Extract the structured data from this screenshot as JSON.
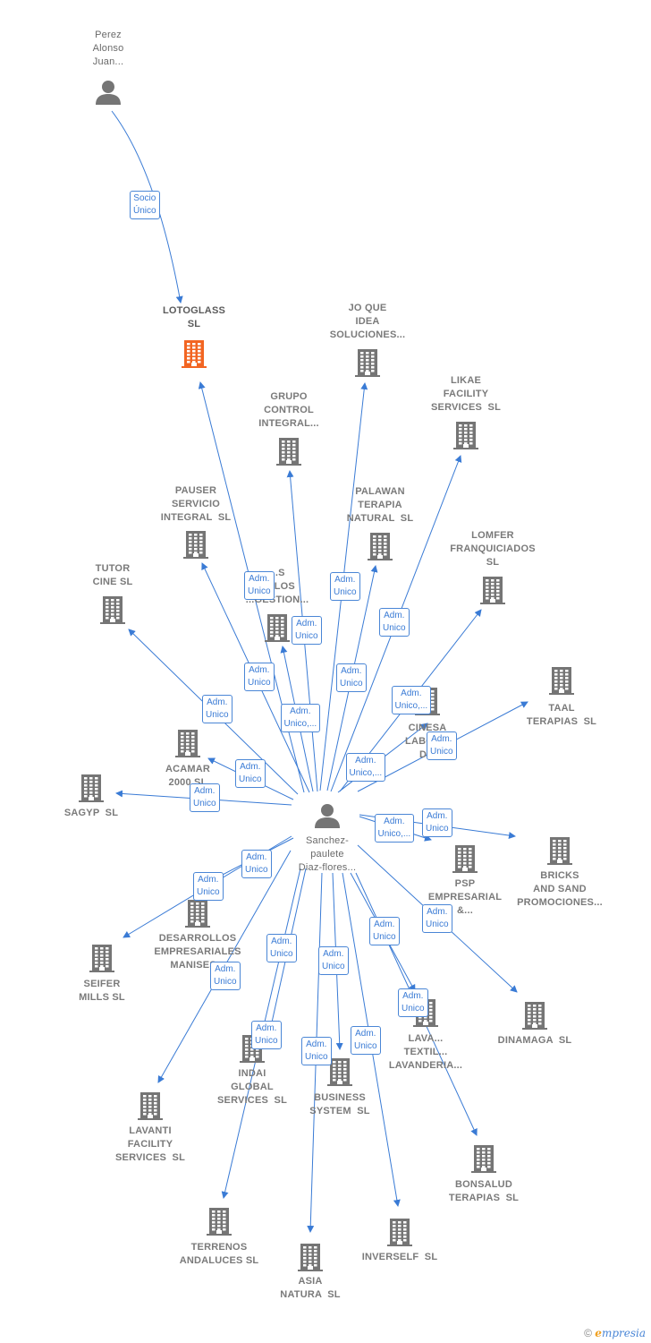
{
  "colors": {
    "edge": "#3a7bd5",
    "node": "#757575",
    "focus": "#f26522",
    "badge_text": "#3a7bd5"
  },
  "persons": [
    {
      "id": "perez",
      "label": "Perez\nAlonso\nJuan..."
    },
    {
      "id": "sanchez",
      "label": "Sanchez-\npaulete\nDiaz-flores..."
    }
  ],
  "companies": [
    {
      "id": "lotoglass",
      "label": "LOTOGLASS\nSL",
      "focus": true
    },
    {
      "id": "joque",
      "label": "JO QUE\nIDEA\nSOLUCIONES..."
    },
    {
      "id": "grupo",
      "label": "GRUPO\nCONTROL\nINTEGRAL..."
    },
    {
      "id": "likae",
      "label": "LIKAE\nFACILITY\nSERVICES  SL"
    },
    {
      "id": "pauser",
      "label": "PAUSER\nSERVICIO\nINTEGRAL  SL"
    },
    {
      "id": "palawan",
      "label": "PALAWAN\nTERAPIA\nNATURAL  SL"
    },
    {
      "id": "lomfer",
      "label": "LOMFER\nFRANQUICIADOS\nSL"
    },
    {
      "id": "tutor",
      "label": "TUTOR\nCINE SL"
    },
    {
      "id": "desa2",
      "label": "...S\n...LLOS\n...GESTION..."
    },
    {
      "id": "taal",
      "label": "TAAL\nTERAPIAS  SL"
    },
    {
      "id": "cinesa",
      "label": "CINESA\nLABOR...\nD..."
    },
    {
      "id": "acamar",
      "label": "ACAMAR\n2000 SL"
    },
    {
      "id": "sagyp",
      "label": "SAGYP  SL"
    },
    {
      "id": "bricks",
      "label": "BRICKS\nAND SAND\nPROMOCIONES..."
    },
    {
      "id": "psp",
      "label": "PSP\nEMPRESARIAL\n&..."
    },
    {
      "id": "desarrollos",
      "label": "DESARROLLOS\nEMPRESARIALES\nMANISES..."
    },
    {
      "id": "seifer",
      "label": "SEIFER\nMILLS SL"
    },
    {
      "id": "dinamaga",
      "label": "DINAMAGA  SL"
    },
    {
      "id": "lava",
      "label": "LAVA...\nTEXTIL...\nLAVANDERIA..."
    },
    {
      "id": "indai",
      "label": "INDAI\nGLOBAL\nSERVICES  SL"
    },
    {
      "id": "business",
      "label": "BUSINESS\nSYSTEM  SL"
    },
    {
      "id": "lavanti",
      "label": "LAVANTI\nFACILITY\nSERVICES  SL"
    },
    {
      "id": "bonsalud",
      "label": "BONSALUD\nTERAPIAS  SL"
    },
    {
      "id": "terrenos",
      "label": "TERRENOS\nANDALUCES SL"
    },
    {
      "id": "inverself",
      "label": "INVERSELF  SL"
    },
    {
      "id": "asia",
      "label": "ASIA\nNATURA  SL"
    }
  ],
  "relations": [
    {
      "from": "perez",
      "to": "lotoglass",
      "label": "Socio\nÚnico"
    },
    {
      "from": "sanchez",
      "to": "lotoglass",
      "label": "Adm.\nUnico"
    },
    {
      "from": "sanchez",
      "to": "joque",
      "label": "Adm.\nUnico"
    },
    {
      "from": "sanchez",
      "to": "grupo",
      "label": "Adm.\nUnico,..."
    },
    {
      "from": "sanchez",
      "to": "likae",
      "label": "Adm.\nUnico"
    },
    {
      "from": "sanchez",
      "to": "pauser",
      "label": "Adm.\nUnico"
    },
    {
      "from": "sanchez",
      "to": "palawan",
      "label": "Adm.\nUnico"
    },
    {
      "from": "sanchez",
      "to": "lomfer",
      "label": "Adm.\nUnico,..."
    },
    {
      "from": "sanchez",
      "to": "tutor",
      "label": "Adm.\nUnico"
    },
    {
      "from": "sanchez",
      "to": "desa2",
      "label": "Adm.\nUnico"
    },
    {
      "from": "sanchez",
      "to": "taal",
      "label": "Adm.\nUnico"
    },
    {
      "from": "sanchez",
      "to": "cinesa",
      "label": "Adm.\nUnico,..."
    },
    {
      "from": "sanchez",
      "to": "acamar",
      "label": "Adm.\nUnico"
    },
    {
      "from": "sanchez",
      "to": "sagyp",
      "label": "Adm.\nUnico"
    },
    {
      "from": "sanchez",
      "to": "bricks",
      "label": "Adm.\nUnico"
    },
    {
      "from": "sanchez",
      "to": "psp",
      "label": "Adm.\nUnico,..."
    },
    {
      "from": "sanchez",
      "to": "desarrollos",
      "label": "Adm.\nUnico"
    },
    {
      "from": "sanchez",
      "to": "seifer",
      "label": "Adm.\nUnico"
    },
    {
      "from": "sanchez",
      "to": "dinamaga",
      "label": "Adm.\nUnico"
    },
    {
      "from": "sanchez",
      "to": "lava",
      "label": "Adm.\nUnico"
    },
    {
      "from": "sanchez",
      "to": "lavanti",
      "label": "Adm.\nUnico"
    },
    {
      "from": "sanchez",
      "to": "terrenos",
      "label": "Adm.\nUnico"
    },
    {
      "from": "sanchez",
      "to": "indai",
      "label": "Adm.\nUnico"
    },
    {
      "from": "sanchez",
      "to": "business",
      "label": "Adm.\nUnico"
    },
    {
      "from": "sanchez",
      "to": "asia",
      "label": "Adm.\nUnico"
    },
    {
      "from": "sanchez",
      "to": "inverself",
      "label": "Adm.\nUnico"
    },
    {
      "from": "sanchez",
      "to": "bonsalud",
      "label": "Adm.\nUnico"
    }
  ],
  "footer": {
    "copyright": "©",
    "brand_initial": "e",
    "brand_rest": "mpresia"
  }
}
